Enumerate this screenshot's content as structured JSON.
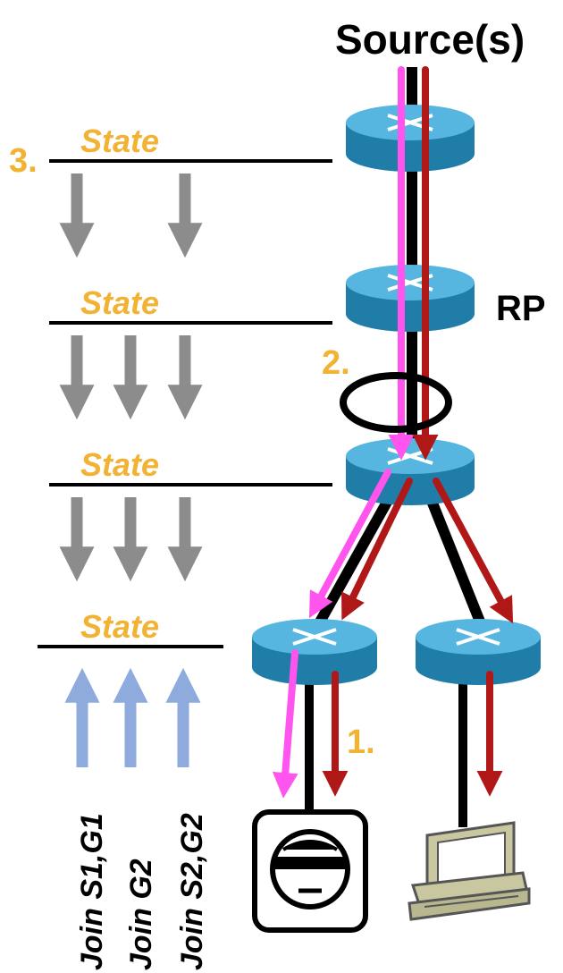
{
  "labels": {
    "source": "Source(s)",
    "rp": "RP",
    "state": "State",
    "step1": "1.",
    "step2": "2.",
    "step3": "3.",
    "join1": "Join S1,G1",
    "join2": "Join G2",
    "join3": "Join S2,G2"
  },
  "colors": {
    "magenta": "#FF55EE",
    "darkred": "#B01818",
    "gray": "#8C8C8C",
    "lightblue": "#8FAADC",
    "orange": "#F2B233",
    "router": "#2E9BC9"
  },
  "icons": {
    "routers": [
      "router-icon",
      "router-icon",
      "router-icon",
      "router-icon",
      "router-icon"
    ],
    "receivers": [
      "phone-receiver-icon",
      "computer-receiver-icon"
    ]
  }
}
